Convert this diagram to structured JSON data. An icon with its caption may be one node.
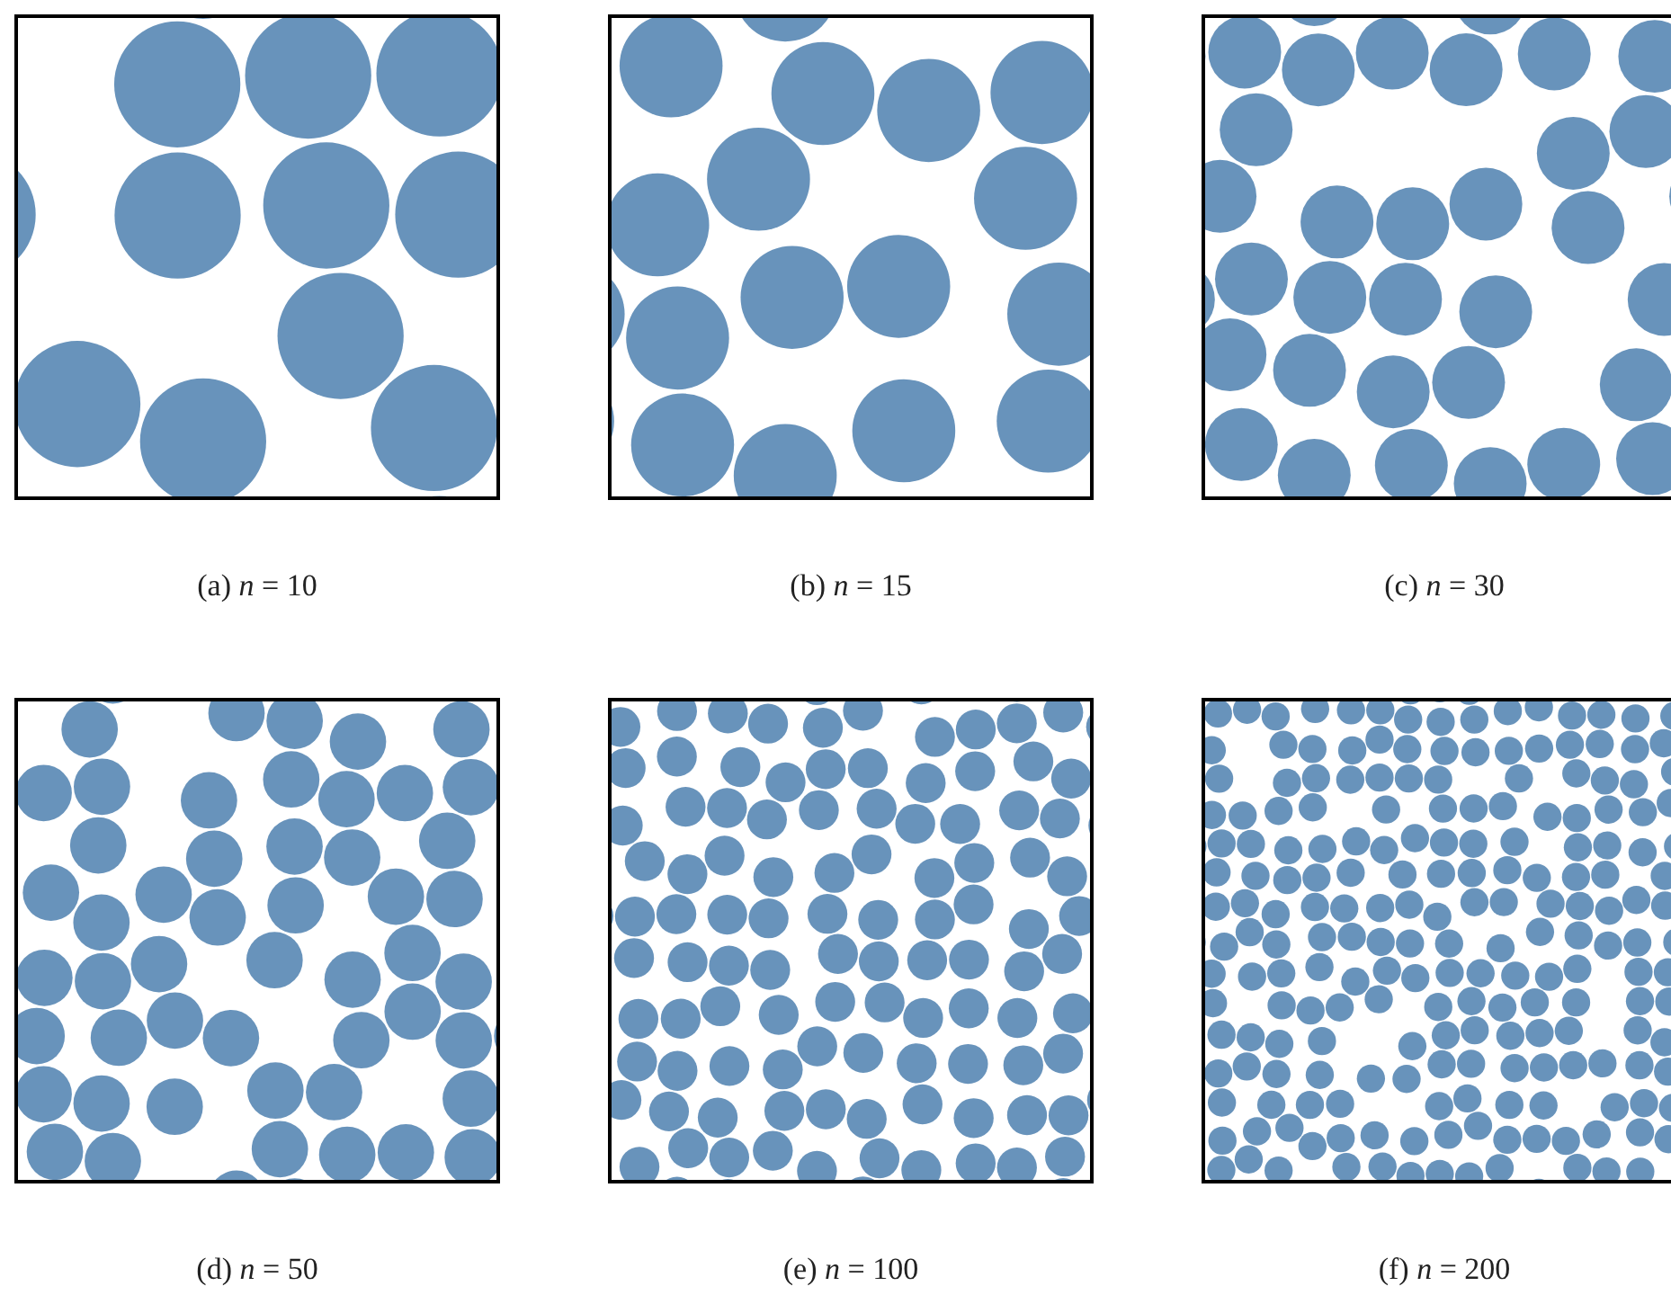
{
  "diagram": {
    "labels": [
      "(a) *n* = 10",
      "(b) *n* = 15",
      "(c) *n* = 30",
      "(d) *n* = 50",
      "(e) *n* = 100",
      "(f) *n* = 200"
    ]
  }
}
